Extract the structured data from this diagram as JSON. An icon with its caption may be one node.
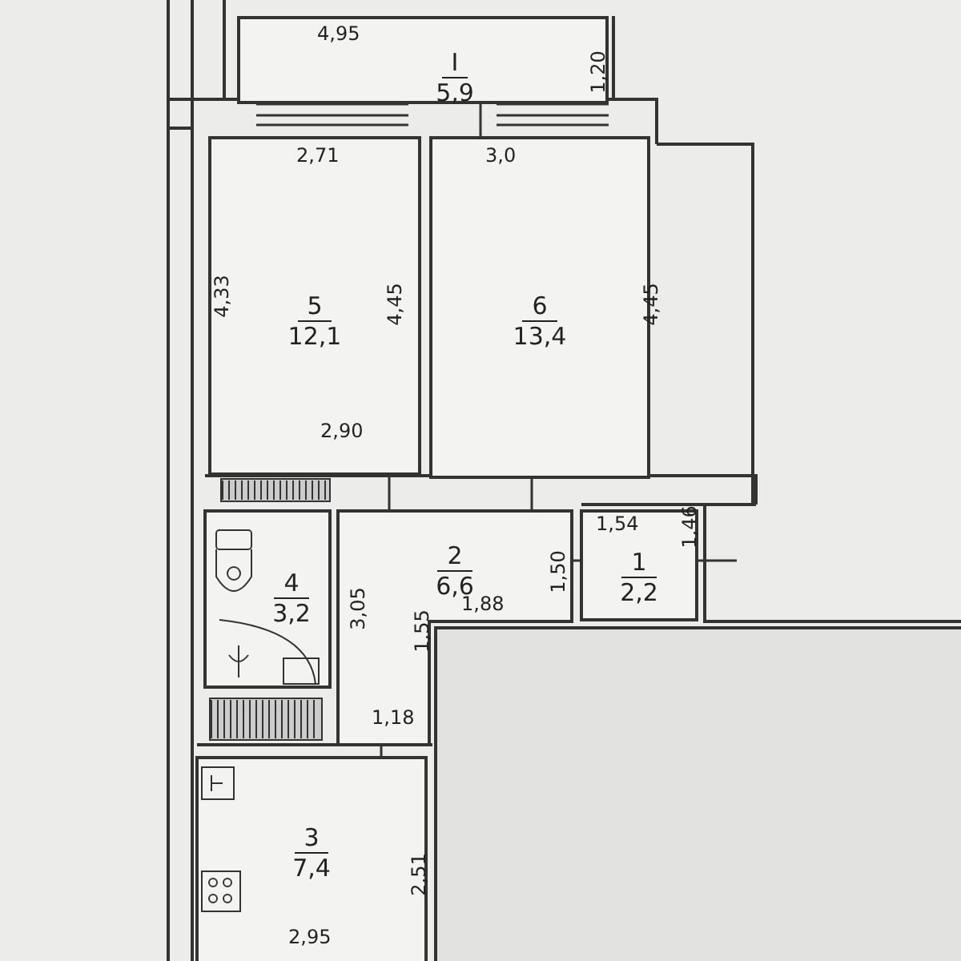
{
  "diagram": {
    "nodes": [
      {
        "text": [
          "I",
          "5,9"
        ]
      },
      {
        "text": [
          "5",
          "12,1"
        ]
      },
      {
        "text": [
          "6",
          "13,4"
        ]
      },
      {
        "text": [
          "4",
          "3,2"
        ]
      },
      {
        "text": [
          "2",
          "6,6"
        ]
      },
      {
        "text": [
          "1",
          "2,2"
        ]
      },
      {
        "text": [
          "3",
          "7,4"
        ]
      }
    ],
    "labels": [
      "4,95",
      "1,20",
      "2,71",
      "3,0",
      "4,33",
      "4,45",
      "4,45",
      "2,90",
      "1,54",
      "1,46",
      "1,50",
      "1,88",
      "3,05",
      "1,55",
      "1,18",
      "2,51",
      "2,95"
    ]
  }
}
